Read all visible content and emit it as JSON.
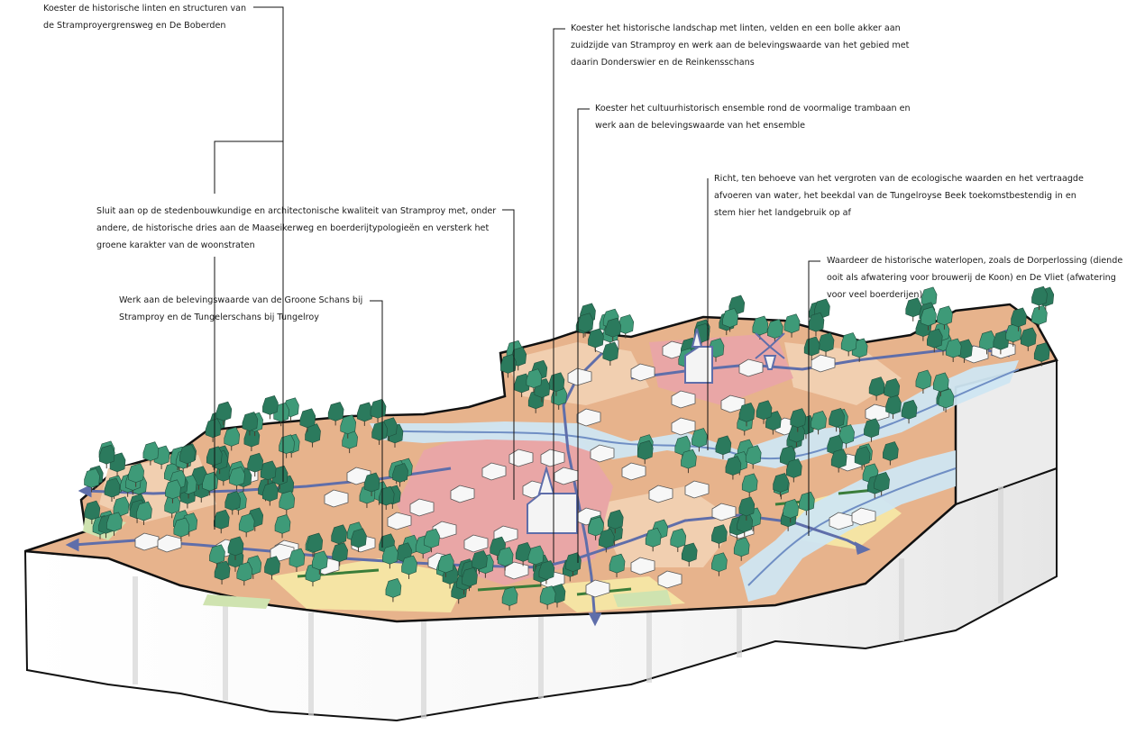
{
  "annotations": [
    {
      "id": "1",
      "lines": [
        "Koester de historische linten en structuren van",
        "de Stramproyergrensweg en De Boberden"
      ]
    },
    {
      "id": "2",
      "lines": [
        "Koester het historische landschap met linten, velden en een bolle akker aan",
        "zuidzijde van Stramproy en werk aan de belevingswaarde van het gebied met",
        "daarin Donderswier en de Reinkensschans"
      ]
    },
    {
      "id": "3",
      "lines": [
        "Koester het cultuurhistorisch ensemble rond de voormalige trambaan en",
        "werk aan de belevingswaarde van het ensemble"
      ]
    },
    {
      "id": "4",
      "lines": [
        "Richt, ten behoeve van het vergroten van de ecologische waarden en het vertraagde",
        "afvoeren van water, het beekdal van de Tungelroyse Beek toekomstbestendig in en",
        "stem hier het landgebruik op af"
      ]
    },
    {
      "id": "5",
      "lines": [
        "Sluit aan op de stedenbouwkundige en architectonische kwaliteit van Stramproy met, onder",
        "andere, de historische dries aan de Maaseikerweg en boerderijtypologieën en versterk het",
        "groene karakter van de woonstraten"
      ]
    },
    {
      "id": "6",
      "lines": [
        "Waardeer de historische waterlopen, zoals de Dorperlossing (diende",
        "ooit als afwatering voor brouwerij de Koon) en De Vliet (afwatering",
        "voor veel boerderijen)"
      ]
    },
    {
      "id": "7",
      "lines": [
        "Werk aan de belevingswaarde van de Groone Schans bij",
        "Stramproy en de Tungelerschans bij Tungelroy"
      ]
    }
  ],
  "colors": {
    "ground": "#e7b38c",
    "meadow": "#f1cfb0",
    "village": "#e9a6a6",
    "field_yellow": "#f5e4a4",
    "water": "#cfe6f2",
    "waterline": "#5f6eaa",
    "tree": "#3e9a78",
    "tree_dark": "#2b7a5d",
    "green_edge": "#3a7d3a",
    "leader": "#111111"
  }
}
